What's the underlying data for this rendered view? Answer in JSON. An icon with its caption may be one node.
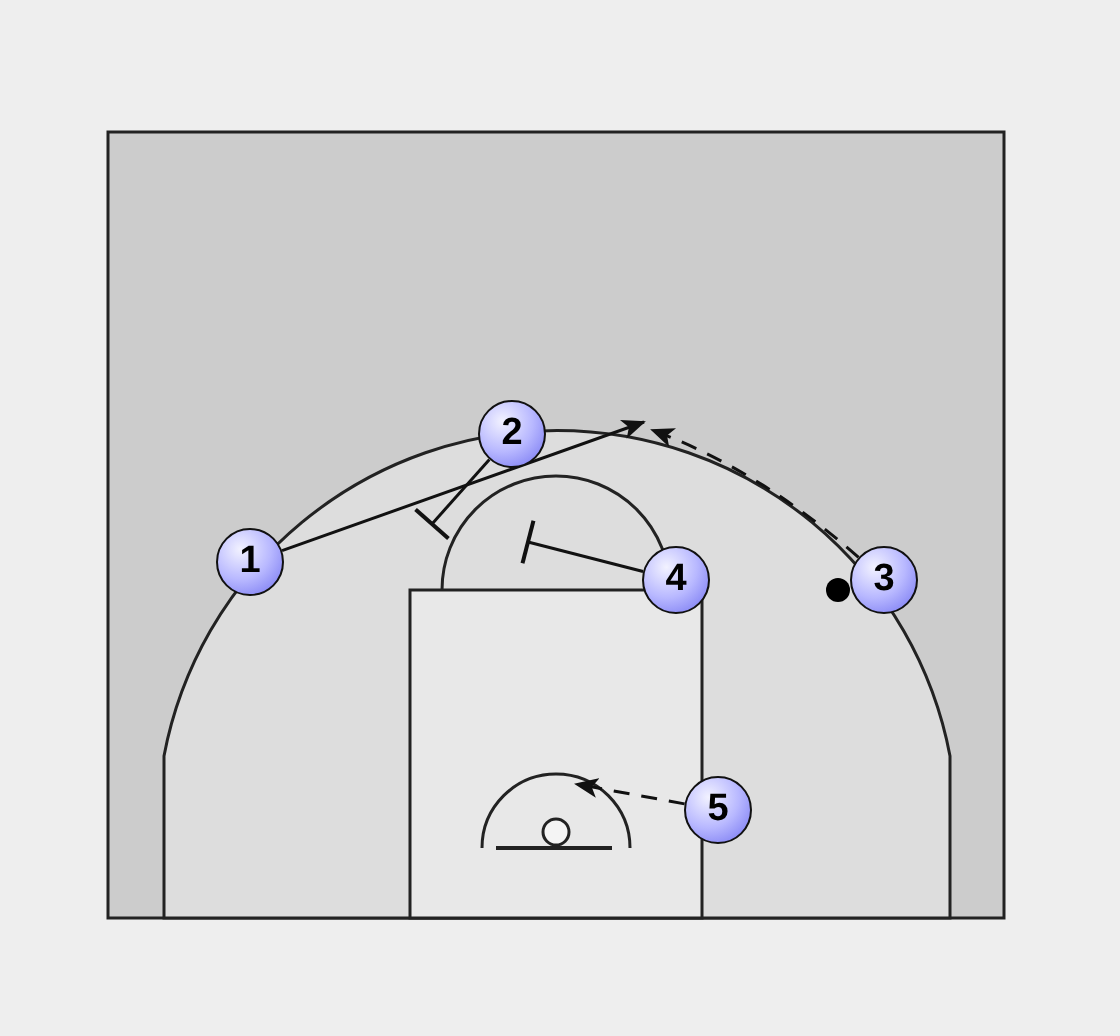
{
  "diagram": {
    "nodes": [
      {
        "text": [
          "1"
        ]
      },
      {
        "text": [
          "2"
        ]
      },
      {
        "text": [
          "3"
        ]
      },
      {
        "text": [
          "4"
        ]
      },
      {
        "text": [
          "5"
        ]
      }
    ],
    "edges": [
      {
        "from": 0,
        "to": null,
        "arrow": "to"
      },
      {
        "from": 1,
        "to": null,
        "arrow": "other"
      },
      {
        "from": 3,
        "to": null,
        "arrow": "other"
      },
      {
        "from": 2,
        "to": null,
        "arrow": "to",
        "style": "dashed"
      },
      {
        "from": 4,
        "to": null,
        "arrow": "to",
        "style": "dashed"
      }
    ]
  }
}
